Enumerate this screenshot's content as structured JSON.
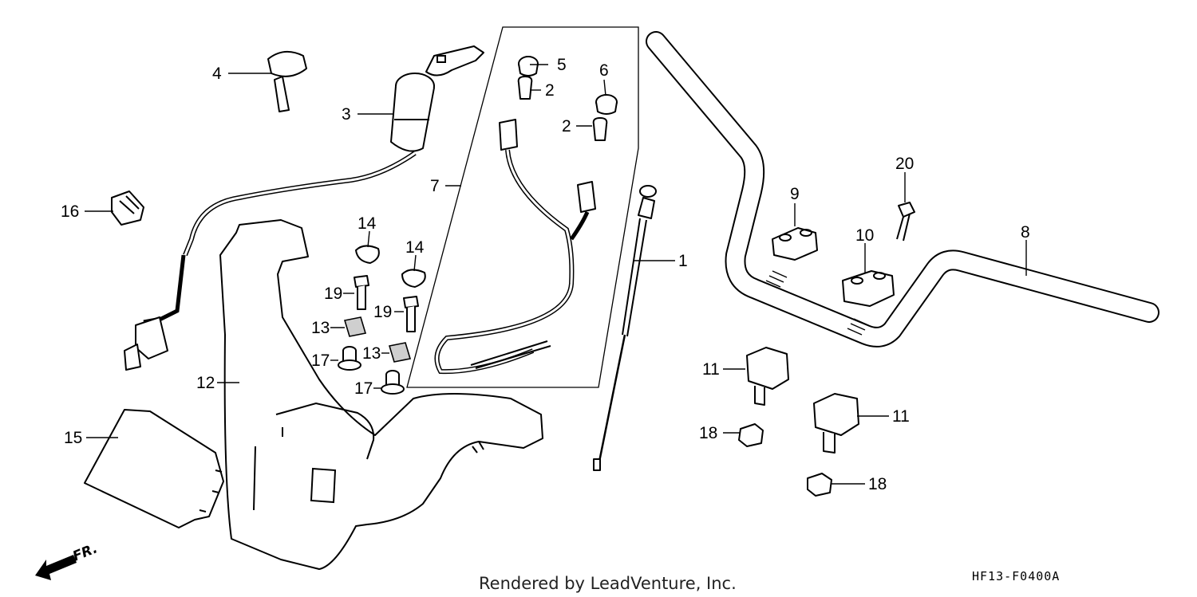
{
  "diagram": {
    "credit": "Rendered by LeadVenture, Inc.",
    "diagram_code": "HF13-F0400A",
    "front_marker": "FR.",
    "callouts": [
      {
        "id": "c1",
        "text": "1"
      },
      {
        "id": "c2a",
        "text": "2"
      },
      {
        "id": "c2b",
        "text": "2"
      },
      {
        "id": "c3",
        "text": "3"
      },
      {
        "id": "c4",
        "text": "4"
      },
      {
        "id": "c5",
        "text": "5"
      },
      {
        "id": "c6",
        "text": "6"
      },
      {
        "id": "c7",
        "text": "7"
      },
      {
        "id": "c8",
        "text": "8"
      },
      {
        "id": "c9",
        "text": "9"
      },
      {
        "id": "c10",
        "text": "10"
      },
      {
        "id": "c11a",
        "text": "11"
      },
      {
        "id": "c11b",
        "text": "11"
      },
      {
        "id": "c12",
        "text": "12"
      },
      {
        "id": "c13a",
        "text": "13"
      },
      {
        "id": "c13b",
        "text": "13"
      },
      {
        "id": "c14a",
        "text": "14"
      },
      {
        "id": "c14b",
        "text": "14"
      },
      {
        "id": "c15",
        "text": "15"
      },
      {
        "id": "c16",
        "text": "16"
      },
      {
        "id": "c17a",
        "text": "17"
      },
      {
        "id": "c17b",
        "text": "17"
      },
      {
        "id": "c18a",
        "text": "18"
      },
      {
        "id": "c18b",
        "text": "18"
      },
      {
        "id": "c19a",
        "text": "19"
      },
      {
        "id": "c19b",
        "text": "19"
      },
      {
        "id": "c20",
        "text": "20"
      }
    ]
  }
}
